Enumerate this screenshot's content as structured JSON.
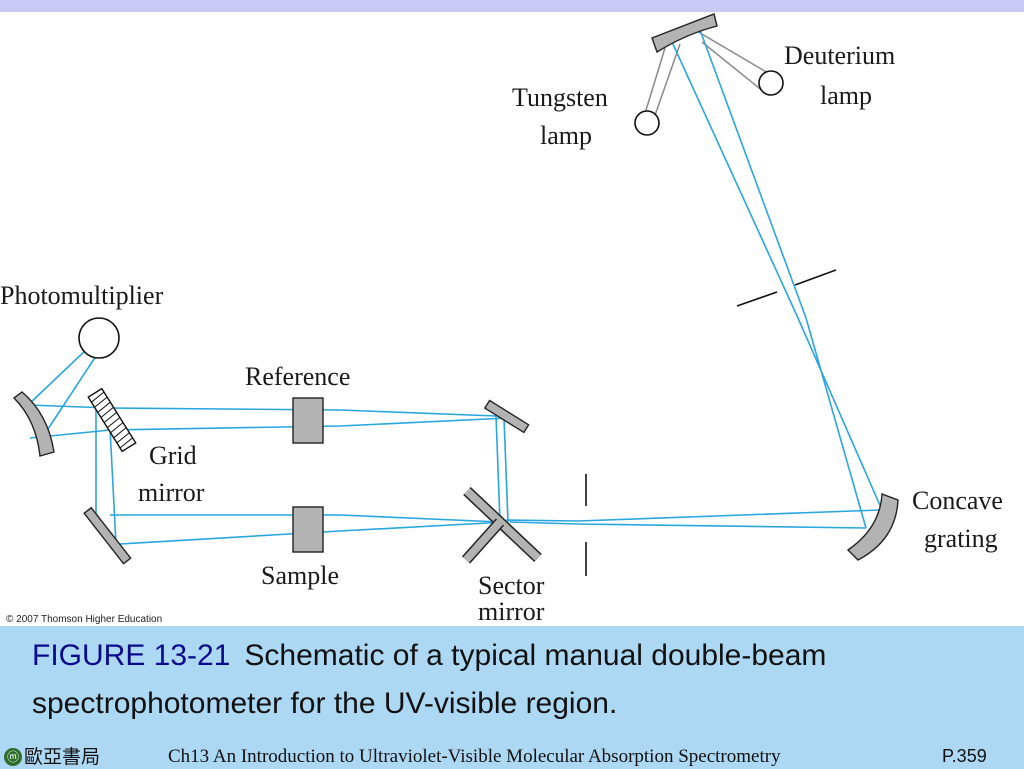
{
  "diagram": {
    "labels": {
      "deuterium_lamp": [
        "Deuterium",
        "lamp"
      ],
      "tungsten_lamp": [
        "Tungsten",
        "lamp"
      ],
      "photomultiplier": "Photomultiplier",
      "reference": "Reference",
      "grid_mirror": [
        "Grid",
        "mirror"
      ],
      "sample": "Sample",
      "sector_mirror": [
        "Sector",
        "mirror"
      ],
      "concave_grating": [
        "Concave",
        "grating"
      ]
    },
    "copyright": "© 2007 Thomson Higher Education",
    "colors": {
      "beam": "#29a6e0",
      "optic": "#b3b3b3",
      "lamp_line": "#8a8a8a"
    }
  },
  "caption": {
    "figure_number": "FIGURE 13-21",
    "text": "Schematic of a typical manual double-beam spectrophotometer for the UV-visible region."
  },
  "footer": {
    "logo_mark": "ⓜ",
    "logo_text": "歐亞書局",
    "title": "Ch13 An Introduction to Ultraviolet-Visible Molecular Absorption Spectrometry",
    "page": "P.359"
  },
  "colors": {
    "background": "#acd8f4",
    "top_band": "#c9c9f6",
    "figure_number": "#0a0a8c"
  }
}
